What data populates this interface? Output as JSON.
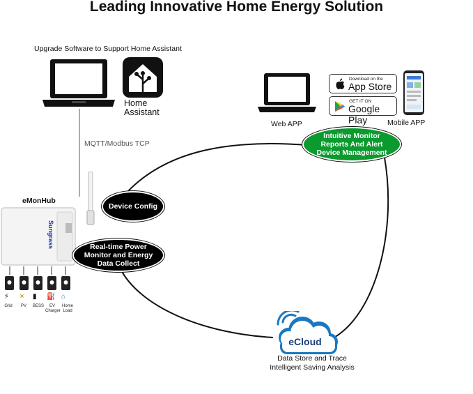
{
  "title": "Leading Innovative Home Energy Solution",
  "top_caption": "Upgrade Software to Support Home Assistant",
  "home_assistant": {
    "line1": "Home",
    "line2": "Assistant"
  },
  "protocol_label": "MQTT/Modbus TCP",
  "hub_label": "eMonHub",
  "hub_brand": "Sungrass",
  "web_app_label": "Web APP",
  "mobile_app_label": "Mobile APP",
  "app_store": {
    "small": "Download on the",
    "big": "App Store"
  },
  "google_play": {
    "small": "GET IT ON",
    "big": "Google Play"
  },
  "green_node": {
    "line1": "Intuitive Monitor",
    "line2": "Reports And Alert",
    "line3": "Device Management"
  },
  "device_config": "Device Config",
  "realtime": {
    "line1": "Real-time Power",
    "line2": "Monitor and Energy",
    "line3": "Data Collect"
  },
  "ecloud": {
    "name": "eCloud",
    "line1": "Data Store and Trace",
    "line2": "Intelligent Saving Analysis"
  },
  "sensors": [
    "Grid",
    "PV",
    "BESS",
    "EV Charger",
    "Home Load"
  ],
  "colors": {
    "green_node": "#0a9a2e",
    "cloud_blue": "#1a78c2",
    "black": "#000000"
  }
}
